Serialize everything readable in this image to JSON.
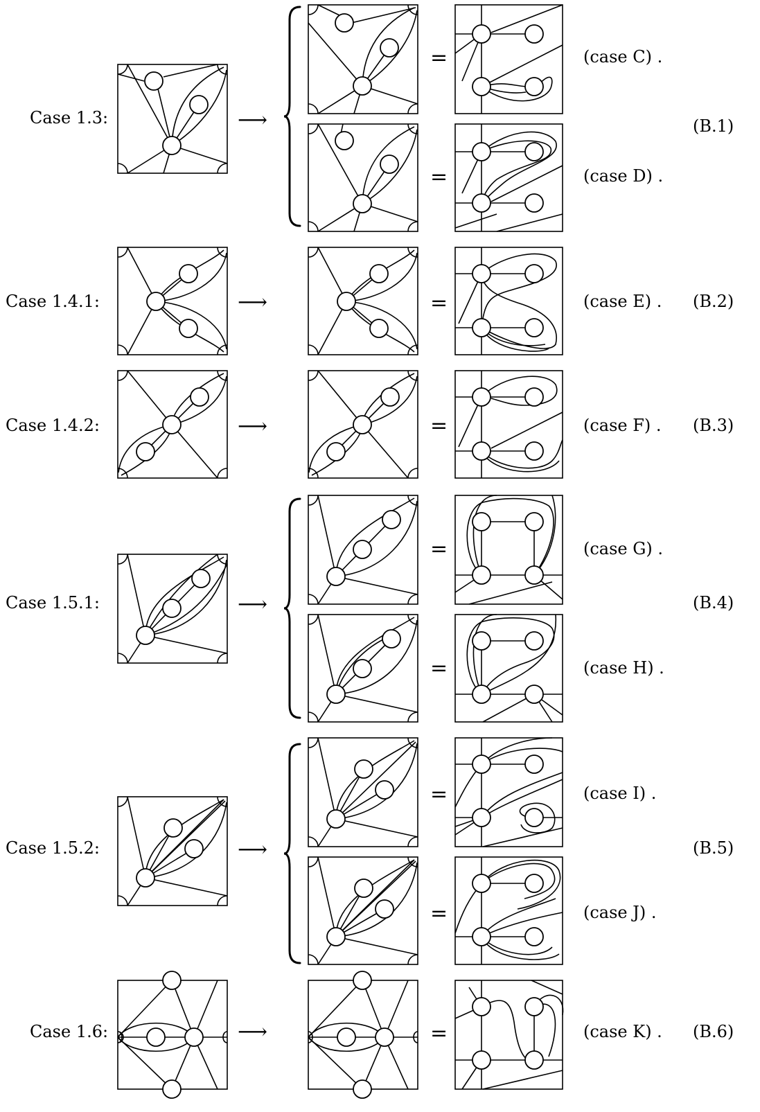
{
  "rows": [
    {
      "case_label": "Case 1.3:",
      "eq_number": "(B.1)",
      "results": [
        "(case C) .",
        "(case D) ."
      ]
    },
    {
      "case_label": "Case 1.4.1:",
      "eq_number": "(B.2)",
      "results": [
        "(case E) ."
      ]
    },
    {
      "case_label": "Case 1.4.2:",
      "eq_number": "(B.3)",
      "results": [
        "(case F) ."
      ]
    },
    {
      "case_label": "Case 1.5.1:",
      "eq_number": "(B.4)",
      "results": [
        "(case G) .",
        "(case H) ."
      ]
    },
    {
      "case_label": "Case 1.5.2:",
      "eq_number": "(B.5)",
      "results": [
        "(case I) .",
        "(case J) ."
      ]
    },
    {
      "case_label": "Case 1.6:",
      "eq_number": "(B.6)",
      "results": [
        "(case K) ."
      ]
    }
  ],
  "symbols": {
    "arrow": "⟶",
    "equals": "="
  }
}
